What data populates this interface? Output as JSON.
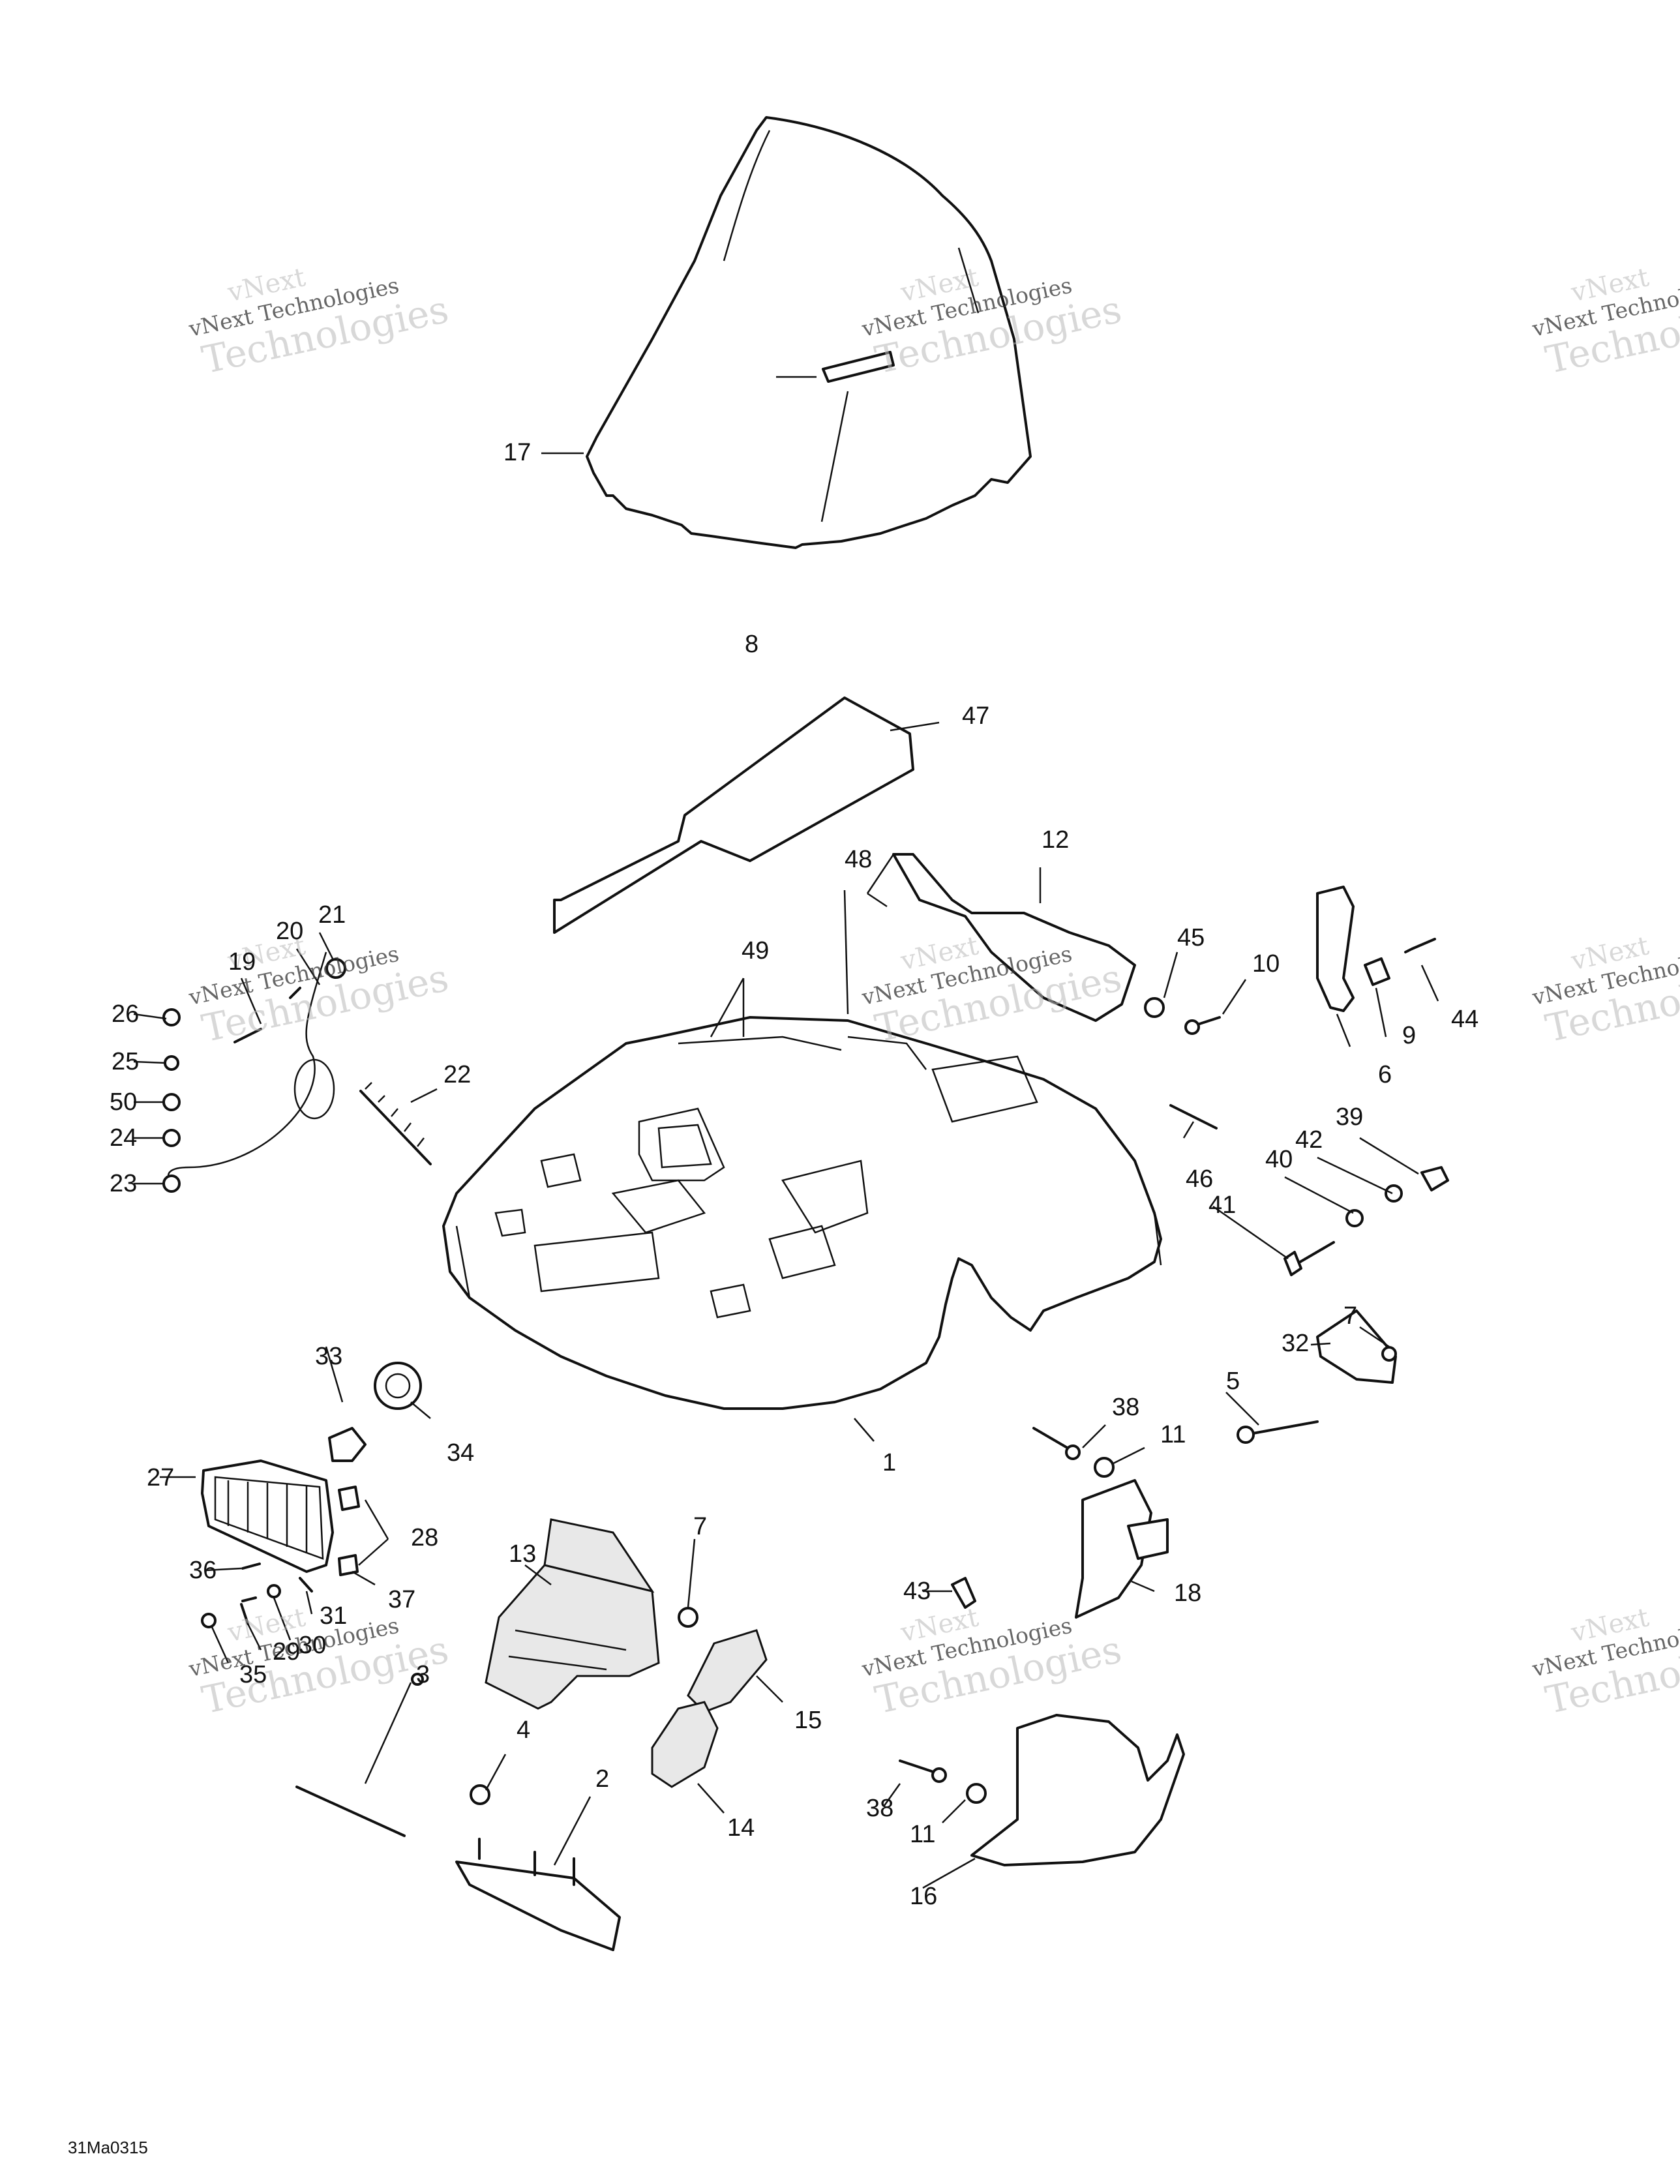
{
  "diagram": {
    "code": "31Ma0315",
    "watermark": {
      "line1": "vNext",
      "line2": "vNext Technologies",
      "line3": "Technologies"
    },
    "callouts": [
      "17",
      "8",
      "47",
      "48",
      "12",
      "49",
      "21",
      "20",
      "19",
      "26",
      "25",
      "50",
      "24",
      "23",
      "22",
      "45",
      "10",
      "9",
      "44",
      "6",
      "46",
      "39",
      "42",
      "40",
      "41",
      "7",
      "32",
      "5",
      "33",
      "34",
      "27",
      "1",
      "38",
      "11",
      "28",
      "36",
      "37",
      "31",
      "30",
      "29",
      "35",
      "3",
      "13",
      "7",
      "15",
      "14",
      "43",
      "18",
      "4",
      "2",
      "38",
      "11",
      "16"
    ]
  }
}
